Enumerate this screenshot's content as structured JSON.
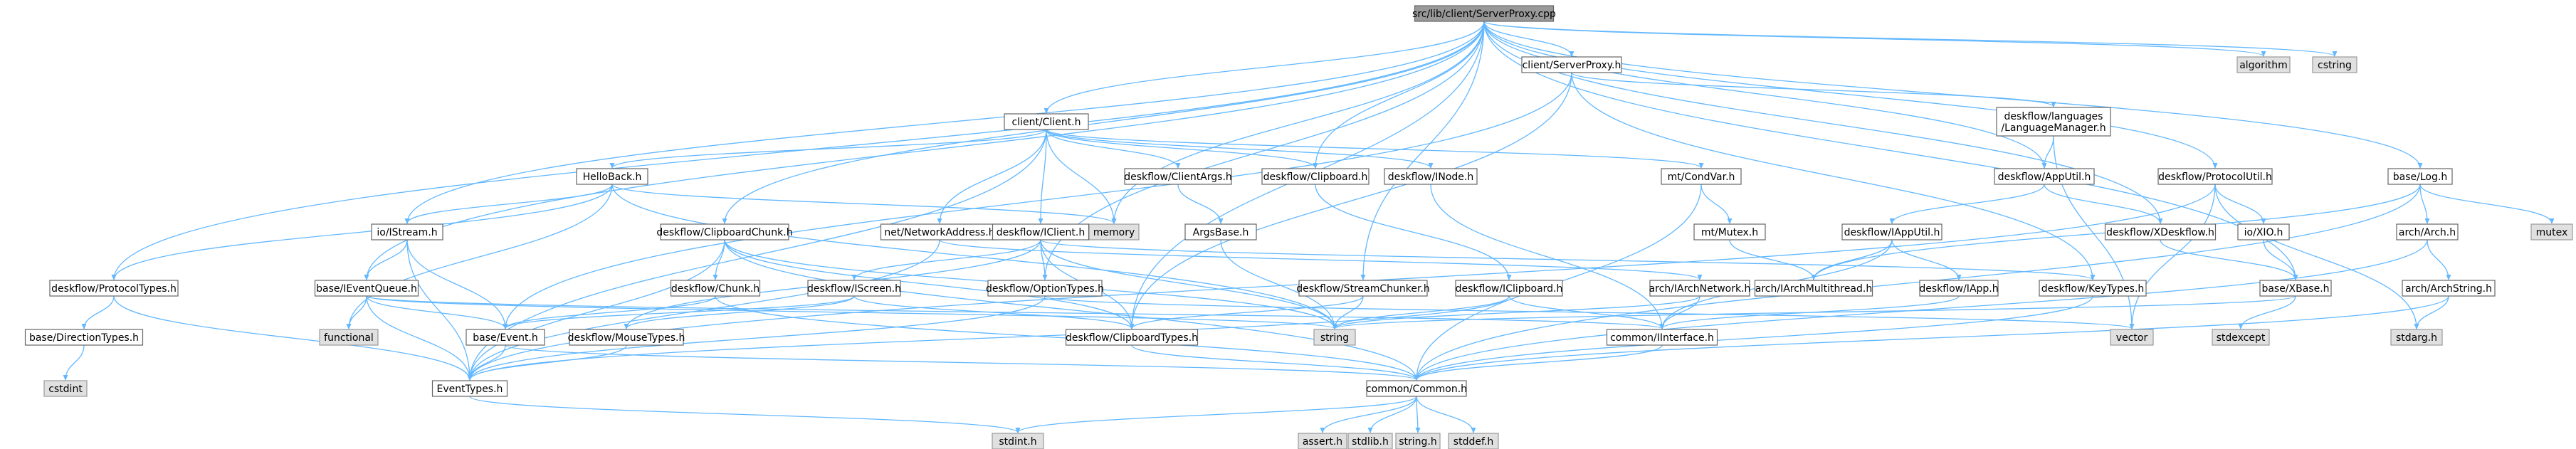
{
  "diagram": {
    "colors": {
      "edge": "#63b8ff",
      "root_fill": "#999999",
      "file_fill": "#ffffff",
      "std_fill": "#e0e0e0",
      "border": "#666666"
    },
    "nodes": [
      {
        "id": "root",
        "label": "src/lib/client/ServerProxy.cpp",
        "kind": "root"
      },
      {
        "id": "algorithm",
        "label": "algorithm",
        "kind": "std"
      },
      {
        "id": "cstring",
        "label": "cstring",
        "kind": "std"
      },
      {
        "id": "serverproxy_h",
        "label": "client/ServerProxy.h",
        "kind": "file"
      },
      {
        "id": "client_h",
        "label": "client/Client.h",
        "kind": "file"
      },
      {
        "id": "langmgr_h",
        "label": [
          "deskflow/languages",
          "/LanguageManager.h"
        ],
        "kind": "file"
      },
      {
        "id": "helloback_h",
        "label": "HelloBack.h",
        "kind": "file"
      },
      {
        "id": "clientargs_h",
        "label": "deskflow/ClientArgs.h",
        "kind": "file"
      },
      {
        "id": "clipboard_h",
        "label": "deskflow/Clipboard.h",
        "kind": "file"
      },
      {
        "id": "inode_h",
        "label": "deskflow/INode.h",
        "kind": "file"
      },
      {
        "id": "condvar_h",
        "label": "mt/CondVar.h",
        "kind": "file"
      },
      {
        "id": "apputil_h",
        "label": "deskflow/AppUtil.h",
        "kind": "file"
      },
      {
        "id": "protocolutil_h",
        "label": "deskflow/ProtocolUtil.h",
        "kind": "file"
      },
      {
        "id": "baselog_h",
        "label": "base/Log.h",
        "kind": "file"
      },
      {
        "id": "mutex",
        "label": "mutex",
        "kind": "std"
      },
      {
        "id": "memory",
        "label": "memory",
        "kind": "std"
      },
      {
        "id": "argsbase_h",
        "label": "ArgsBase.h",
        "kind": "file"
      },
      {
        "id": "istream_h",
        "label": "io/IStream.h",
        "kind": "file"
      },
      {
        "id": "clipchunk_h",
        "label": "deskflow/ClipboardChunk.h",
        "kind": "file"
      },
      {
        "id": "netaddr_h",
        "label": "net/NetworkAddress.h",
        "kind": "file"
      },
      {
        "id": "iclient_h",
        "label": "deskflow/IClient.h",
        "kind": "file"
      },
      {
        "id": "mutex_h",
        "label": "mt/Mutex.h",
        "kind": "file"
      },
      {
        "id": "iapputil_h",
        "label": "deskflow/IAppUtil.h",
        "kind": "file"
      },
      {
        "id": "xdeskflow_h",
        "label": "deskflow/XDeskflow.h",
        "kind": "file"
      },
      {
        "id": "ioxio_h",
        "label": "io/XIO.h",
        "kind": "file"
      },
      {
        "id": "archarch_h",
        "label": "arch/Arch.h",
        "kind": "file"
      },
      {
        "id": "prototypes_h",
        "label": "deskflow/ProtocolTypes.h",
        "kind": "file"
      },
      {
        "id": "ieventqueue_h",
        "label": "base/IEventQueue.h",
        "kind": "file"
      },
      {
        "id": "chunk_h",
        "label": "deskflow/Chunk.h",
        "kind": "file"
      },
      {
        "id": "iscreen_h",
        "label": "deskflow/IScreen.h",
        "kind": "file"
      },
      {
        "id": "optiontypes_h",
        "label": "deskflow/OptionTypes.h",
        "kind": "file"
      },
      {
        "id": "streamchunker_h",
        "label": "deskflow/StreamChunker.h",
        "kind": "file"
      },
      {
        "id": "iclipboard_h",
        "label": "deskflow/IClipboard.h",
        "kind": "file"
      },
      {
        "id": "iarchnetwork_h",
        "label": "arch/IArchNetwork.h",
        "kind": "file"
      },
      {
        "id": "iarchmt_h",
        "label": "arch/IArchMultithread.h",
        "kind": "file"
      },
      {
        "id": "iapp_h",
        "label": "deskflow/IApp.h",
        "kind": "file"
      },
      {
        "id": "keytypes_h",
        "label": "deskflow/KeyTypes.h",
        "kind": "file"
      },
      {
        "id": "xbase_h",
        "label": "base/XBase.h",
        "kind": "file"
      },
      {
        "id": "archstring_h",
        "label": "arch/ArchString.h",
        "kind": "file"
      },
      {
        "id": "dirtypes_h",
        "label": "base/DirectionTypes.h",
        "kind": "file"
      },
      {
        "id": "functional",
        "label": "functional",
        "kind": "std"
      },
      {
        "id": "event_h",
        "label": "base/Event.h",
        "kind": "file"
      },
      {
        "id": "mousetypes_h",
        "label": "deskflow/MouseTypes.h",
        "kind": "file"
      },
      {
        "id": "string",
        "label": "string",
        "kind": "std"
      },
      {
        "id": "cliptypes_h",
        "label": "deskflow/ClipboardTypes.h",
        "kind": "file"
      },
      {
        "id": "interface_h",
        "label": "common/IInterface.h",
        "kind": "file"
      },
      {
        "id": "vector",
        "label": "vector",
        "kind": "std"
      },
      {
        "id": "stdexcept",
        "label": "stdexcept",
        "kind": "std"
      },
      {
        "id": "stdarg_h",
        "label": "stdarg.h",
        "kind": "std"
      },
      {
        "id": "cstdint",
        "label": "cstdint",
        "kind": "std"
      },
      {
        "id": "eventtypes_h",
        "label": "EventTypes.h",
        "kind": "file"
      },
      {
        "id": "common_h",
        "label": "common/Common.h",
        "kind": "file"
      },
      {
        "id": "stdint_h",
        "label": "stdint.h",
        "kind": "std"
      },
      {
        "id": "assert_h",
        "label": "assert.h",
        "kind": "std"
      },
      {
        "id": "stdlib_h",
        "label": "stdlib.h",
        "kind": "std"
      },
      {
        "id": "string_h",
        "label": "string.h",
        "kind": "std"
      },
      {
        "id": "stddef_h",
        "label": "stddef.h",
        "kind": "std"
      }
    ],
    "edges": [
      [
        "root",
        "algorithm"
      ],
      [
        "root",
        "cstring"
      ],
      [
        "root",
        "serverproxy_h"
      ],
      [
        "root",
        "client_h"
      ],
      [
        "root",
        "clipboard_h"
      ],
      [
        "root",
        "apputil_h"
      ],
      [
        "root",
        "protocolutil_h"
      ],
      [
        "root",
        "baselog_h"
      ],
      [
        "root",
        "memory"
      ],
      [
        "root",
        "istream_h"
      ],
      [
        "root",
        "clipchunk_h"
      ],
      [
        "root",
        "optiontypes_h"
      ],
      [
        "root",
        "streamchunker_h"
      ],
      [
        "root",
        "xdeskflow_h"
      ],
      [
        "root",
        "prototypes_h"
      ],
      [
        "root",
        "ieventqueue_h"
      ],
      [
        "root",
        "cliptypes_h"
      ],
      [
        "root",
        "xbase_h"
      ],
      [
        "serverproxy_h",
        "langmgr_h"
      ],
      [
        "serverproxy_h",
        "event_h"
      ],
      [
        "serverproxy_h",
        "cliptypes_h"
      ],
      [
        "serverproxy_h",
        "keytypes_h"
      ],
      [
        "client_h",
        "helloback_h"
      ],
      [
        "client_h",
        "clientargs_h"
      ],
      [
        "client_h",
        "clipboard_h"
      ],
      [
        "client_h",
        "inode_h"
      ],
      [
        "client_h",
        "condvar_h"
      ],
      [
        "client_h",
        "memory"
      ],
      [
        "client_h",
        "netaddr_h"
      ],
      [
        "client_h",
        "iclient_h"
      ],
      [
        "client_h",
        "eventtypes_h"
      ],
      [
        "langmgr_h",
        "apputil_h"
      ],
      [
        "langmgr_h",
        "vector"
      ],
      [
        "helloback_h",
        "istream_h"
      ],
      [
        "helloback_h",
        "prototypes_h"
      ],
      [
        "helloback_h",
        "functional"
      ],
      [
        "helloback_h",
        "memory"
      ],
      [
        "helloback_h",
        "string"
      ],
      [
        "clientargs_h",
        "argsbase_h"
      ],
      [
        "argsbase_h",
        "string"
      ],
      [
        "clipboard_h",
        "iclipboard_h"
      ],
      [
        "inode_h",
        "interface_h"
      ],
      [
        "condvar_h",
        "mutex_h"
      ],
      [
        "condvar_h",
        "common_h"
      ],
      [
        "mutex_h",
        "iarchmt_h"
      ],
      [
        "apputil_h",
        "iapputil_h"
      ],
      [
        "apputil_h",
        "xdeskflow_h"
      ],
      [
        "iapputil_h",
        "iapp_h"
      ],
      [
        "iapputil_h",
        "iarchmt_h"
      ],
      [
        "iapputil_h",
        "interface_h"
      ],
      [
        "protocolutil_h",
        "ioxio_h"
      ],
      [
        "protocolutil_h",
        "vector"
      ],
      [
        "protocolutil_h",
        "stdarg_h"
      ],
      [
        "protocolutil_h",
        "eventtypes_h"
      ],
      [
        "ioxio_h",
        "xbase_h"
      ],
      [
        "xdeskflow_h",
        "xbase_h"
      ],
      [
        "baselog_h",
        "archarch_h"
      ],
      [
        "baselog_h",
        "mutex"
      ],
      [
        "baselog_h",
        "common_h"
      ],
      [
        "baselog_h",
        "iarchmt_h"
      ],
      [
        "archarch_h",
        "archstring_h"
      ],
      [
        "archarch_h",
        "common_h"
      ],
      [
        "archstring_h",
        "stdarg_h"
      ],
      [
        "archstring_h",
        "common_h"
      ],
      [
        "istream_h",
        "ieventqueue_h"
      ],
      [
        "istream_h",
        "event_h"
      ],
      [
        "istream_h",
        "eventtypes_h"
      ],
      [
        "clipchunk_h",
        "chunk_h"
      ],
      [
        "clipchunk_h",
        "cliptypes_h"
      ],
      [
        "clipchunk_h",
        "string"
      ],
      [
        "clipchunk_h",
        "eventtypes_h"
      ],
      [
        "clipchunk_h",
        "common_h"
      ],
      [
        "chunk_h",
        "event_h"
      ],
      [
        "chunk_h",
        "common_h"
      ],
      [
        "netaddr_h",
        "iarchnetwork_h"
      ],
      [
        "netaddr_h",
        "eventtypes_h"
      ],
      [
        "iarchnetwork_h",
        "interface_h"
      ],
      [
        "iarchnetwork_h",
        "string"
      ],
      [
        "iclient_h",
        "iscreen_h"
      ],
      [
        "iclient_h",
        "optiontypes_h"
      ],
      [
        "iclient_h",
        "keytypes_h"
      ],
      [
        "iclient_h",
        "mousetypes_h"
      ],
      [
        "iclient_h",
        "cliptypes_h"
      ],
      [
        "iclient_h",
        "string"
      ],
      [
        "iscreen_h",
        "event_h"
      ],
      [
        "iscreen_h",
        "mousetypes_h"
      ],
      [
        "iscreen_h",
        "cliptypes_h"
      ],
      [
        "optiontypes_h",
        "eventtypes_h"
      ],
      [
        "optiontypes_h",
        "vector"
      ],
      [
        "streamchunker_h",
        "cliptypes_h"
      ],
      [
        "streamchunker_h",
        "string"
      ],
      [
        "iclipboard_h",
        "interface_h"
      ],
      [
        "iclipboard_h",
        "eventtypes_h"
      ],
      [
        "iclipboard_h",
        "string"
      ],
      [
        "iapp_h",
        "interface_h"
      ],
      [
        "keytypes_h",
        "common_h"
      ],
      [
        "xbase_h",
        "stdexcept"
      ],
      [
        "xbase_h",
        "string"
      ],
      [
        "prototypes_h",
        "dirtypes_h"
      ],
      [
        "prototypes_h",
        "eventtypes_h"
      ],
      [
        "dirtypes_h",
        "cstdint"
      ],
      [
        "ieventqueue_h",
        "event_h"
      ],
      [
        "ieventqueue_h",
        "functional"
      ],
      [
        "ieventqueue_h",
        "interface_h"
      ],
      [
        "ieventqueue_h",
        "eventtypes_h"
      ],
      [
        "ieventqueue_h",
        "string"
      ],
      [
        "event_h",
        "eventtypes_h"
      ],
      [
        "event_h",
        "common_h"
      ],
      [
        "mousetypes_h",
        "eventtypes_h"
      ],
      [
        "cliptypes_h",
        "common_h"
      ],
      [
        "interface_h",
        "common_h"
      ],
      [
        "eventtypes_h",
        "stdint_h"
      ],
      [
        "common_h",
        "stdint_h"
      ],
      [
        "common_h",
        "assert_h"
      ],
      [
        "common_h",
        "stdlib_h"
      ],
      [
        "common_h",
        "string_h"
      ],
      [
        "common_h",
        "stddef_h"
      ]
    ]
  }
}
